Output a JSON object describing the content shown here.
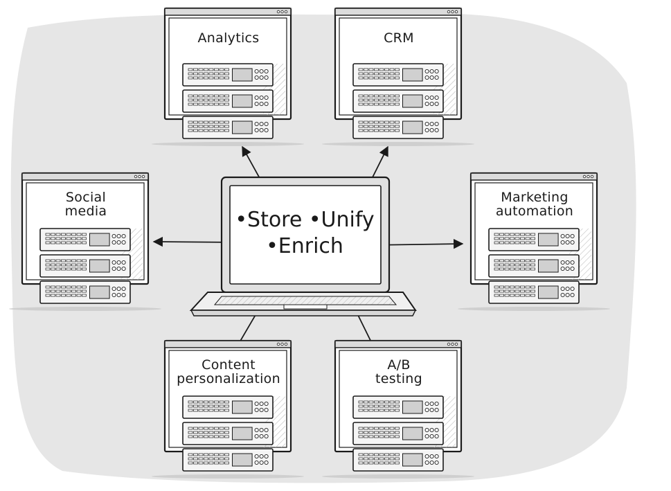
{
  "center": {
    "line1": "•Store •Unify",
    "line2": "•Enrich"
  },
  "nodes": {
    "analytics": {
      "label": "Analytics"
    },
    "crm": {
      "label": "CRM"
    },
    "social": {
      "label_line1": "Social",
      "label_line2": "media"
    },
    "marketing": {
      "label_line1": "Marketing",
      "label_line2": "automation"
    },
    "content": {
      "label_line1": "Content",
      "label_line2": "personalization"
    },
    "abtesting": {
      "label_line1": "A/B",
      "label_line2": "testing"
    }
  },
  "colors": {
    "ink": "#1a1a1a",
    "background_wash": "#e6e6e6",
    "panel": "#ffffff"
  }
}
